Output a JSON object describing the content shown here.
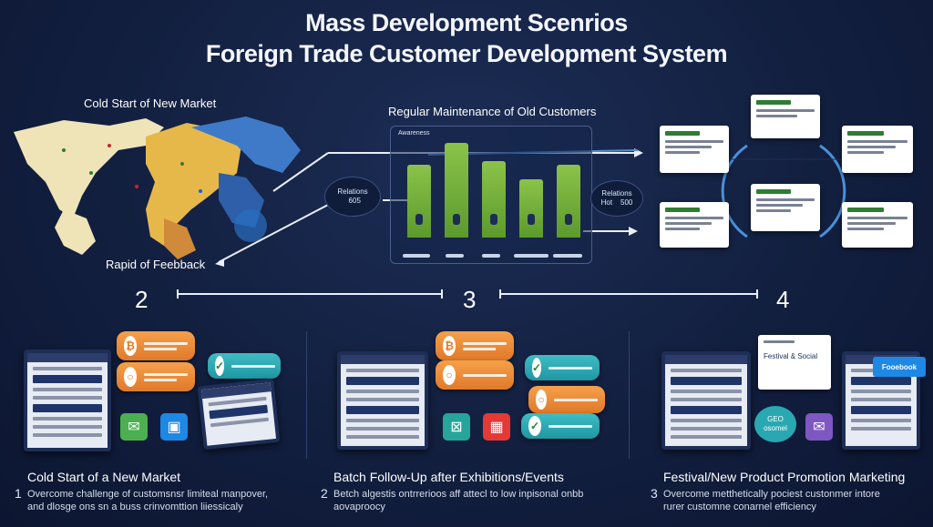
{
  "header": {
    "title_line1": "Mass Development Scenrios",
    "title_line2": "Foreign Trade Customer Development System"
  },
  "top": {
    "map_label": "Cold Start of New Market",
    "feedback_label": "Rapid of Feebback",
    "maintenance_label": "Regular Maintenance of Old Customers",
    "left_pill": "Relations\n  605",
    "right_pill": "Relations\nHot    500",
    "chart_header": "Awareness",
    "step_numbers": [
      "2",
      "3",
      "4"
    ]
  },
  "bottom": {
    "sections": [
      {
        "number": "1",
        "title": "Cold Start of a New Market",
        "desc_line1": "Overcome challenge of customsnsr  limiteal manpover,",
        "desc_line2": "and dlosge ons sn a buss crinvomttion liiessicaly"
      },
      {
        "number": "2",
        "title": "Batch Follow-Up after Exhibitions/Events",
        "desc_line1": "Betch algestis  ontrrerioos aff attecl to  low inpisonal onbb",
        "desc_line2": "aovaproocy"
      },
      {
        "number": "3",
        "title": "Festival/New Product Promotion Marketing",
        "desc_line1": "Overcome metthetically  pociest custonmer intore",
        "desc_line2": "rurer customne conarnel efficiency"
      }
    ],
    "section3_card": "Festival & Social",
    "section3_bubble": "GEO\nosomel",
    "section3_tag": "Fooebook"
  },
  "colors": {
    "background": "#121f3f",
    "green_bar": "#7cb342",
    "orange_chip": "#f0903c",
    "teal_chip": "#2aa8b2",
    "connector_blue": "#4a90d9"
  }
}
